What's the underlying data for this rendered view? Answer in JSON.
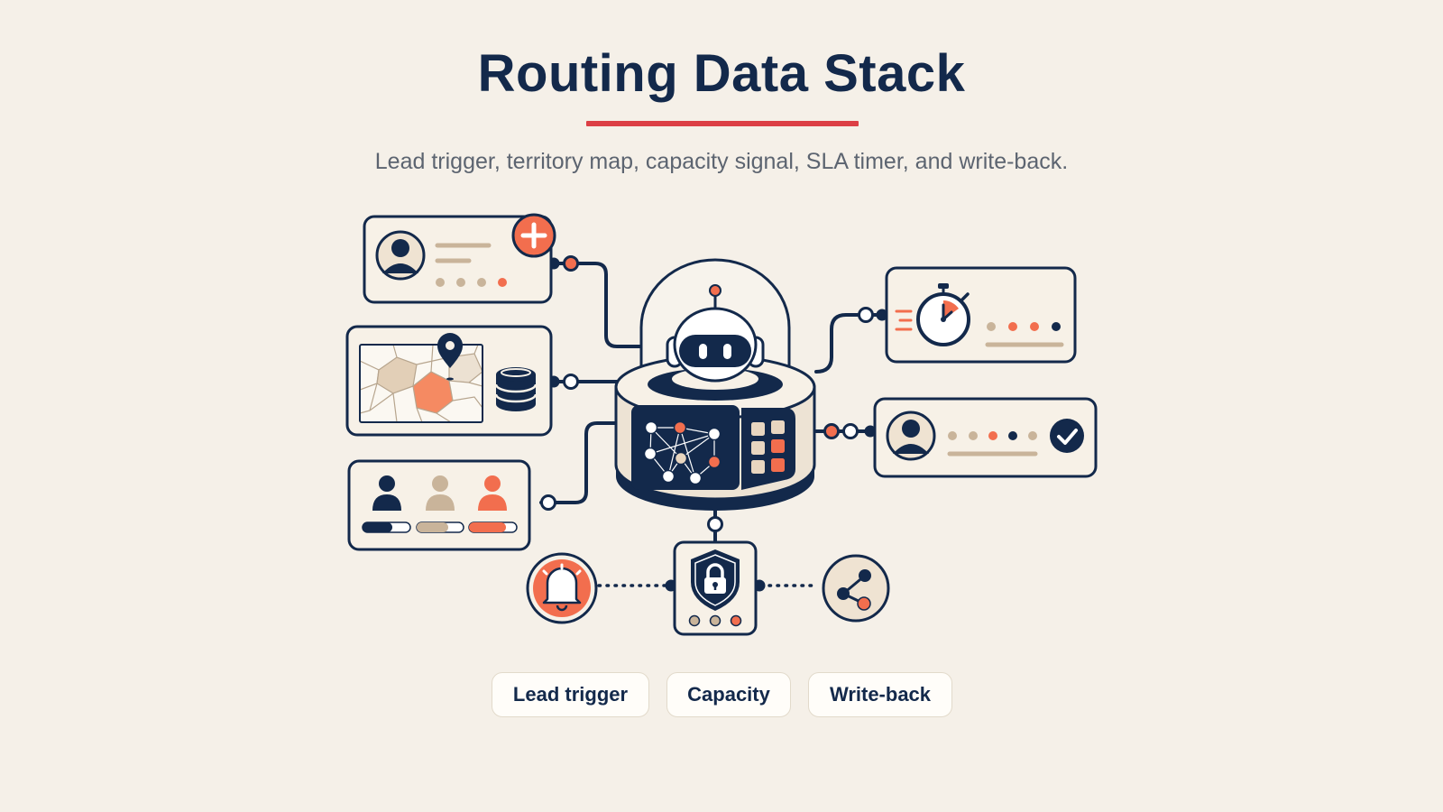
{
  "header": {
    "title": "Routing Data Stack",
    "subtitle": "Lead trigger, territory map, capacity signal, SLA timer, and write-back."
  },
  "chips": [
    {
      "label": "Lead trigger"
    },
    {
      "label": "Capacity"
    },
    {
      "label": "Write-back"
    }
  ],
  "icons": {
    "lead_card": "new-lead-card-icon",
    "plus": "plus-icon",
    "territory": "territory-map-icon",
    "database": "database-icon",
    "capacity": "team-capacity-icon",
    "hub": "routing-robot-hub-icon",
    "timer": "sla-stopwatch-icon",
    "assigned": "assigned-rep-check-icon",
    "alert": "bell-alert-icon",
    "security": "shield-lock-icon",
    "share": "share-network-icon"
  },
  "colors": {
    "navy": "#13294b",
    "coral": "#f26e4e",
    "tan": "#c9b49a",
    "red_accent": "#dc3f45",
    "cream": "#f5f0e8"
  }
}
